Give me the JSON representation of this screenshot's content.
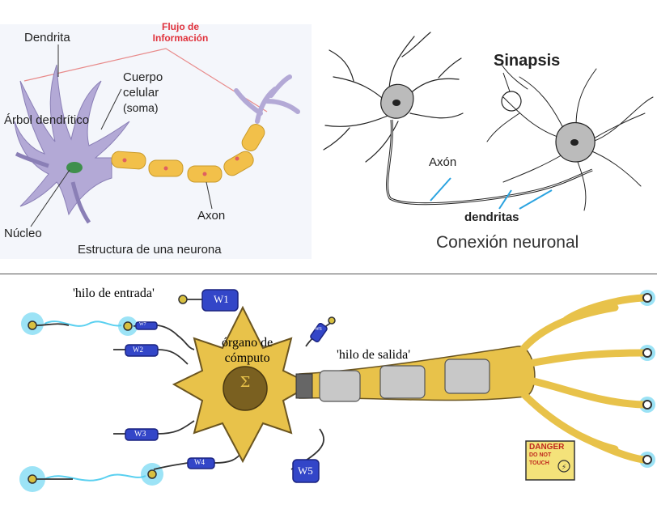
{
  "structure": {
    "labels": {
      "dendrite": "Dendrita",
      "info_flow": "Flujo de Información",
      "info_flow_line1": "Flujo de",
      "info_flow_line2": "Información",
      "cell_body_1": "Cuerpo",
      "cell_body_2": "celular",
      "cell_body_3": "(soma)",
      "dendritic_tree": "Árbol dendrítico",
      "axon": "Axon",
      "nucleus": "Núcleo",
      "caption": "Estructura de una neurona"
    },
    "colors": {
      "dendrite": "#b3a9d6",
      "axon_segment": "#f2c04a",
      "nucleus": "#3f8f4c",
      "flow": "#e0323c"
    }
  },
  "connection": {
    "labels": {
      "synapse": "Sinapsis",
      "axon": "Axón",
      "dendrites": "dendritas",
      "caption": "Conexión neuronal"
    },
    "colors": {
      "pointer": "#2aa3e0",
      "soma": "#222222"
    }
  },
  "artificial": {
    "labels": {
      "input_wire": "'hilo de entrada'",
      "compute_organ_1": "órgano de",
      "compute_organ_2": "cómputo",
      "output_wire": "'hilo de salida'",
      "danger_1": "DANGER",
      "danger_2": "DO NOT",
      "danger_3": "TOUCH"
    },
    "weights": [
      "W1",
      "W2",
      "W3",
      "W4",
      "W5",
      "W6",
      "W7"
    ],
    "colors": {
      "body": "#e8c24a",
      "nucleus": "#7a6020",
      "weight": "#3346c8",
      "spark": "#5ad0f0"
    }
  }
}
